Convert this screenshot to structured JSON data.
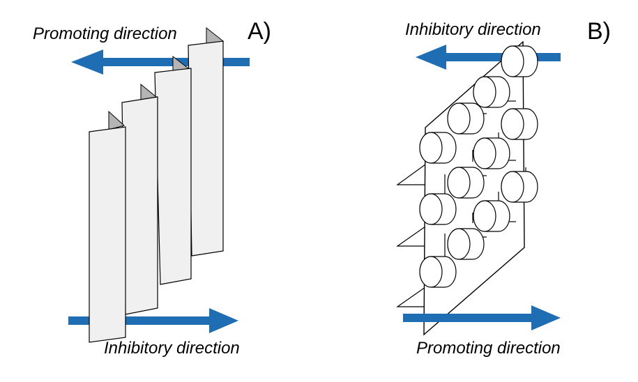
{
  "panel_a": {
    "label": "A)",
    "top_arrow_text": "Promoting direction",
    "bottom_arrow_text": "Inhibitory direction"
  },
  "panel_b": {
    "label": "B)",
    "top_arrow_text": "Inhibitory direction",
    "bottom_arrow_text": "Promoting direction"
  },
  "colors": {
    "arrow": "#1F6EB4",
    "sheet_fill": "#F0F0F0",
    "sheet_tab": "#B4B4B4",
    "outline": "#000000"
  }
}
